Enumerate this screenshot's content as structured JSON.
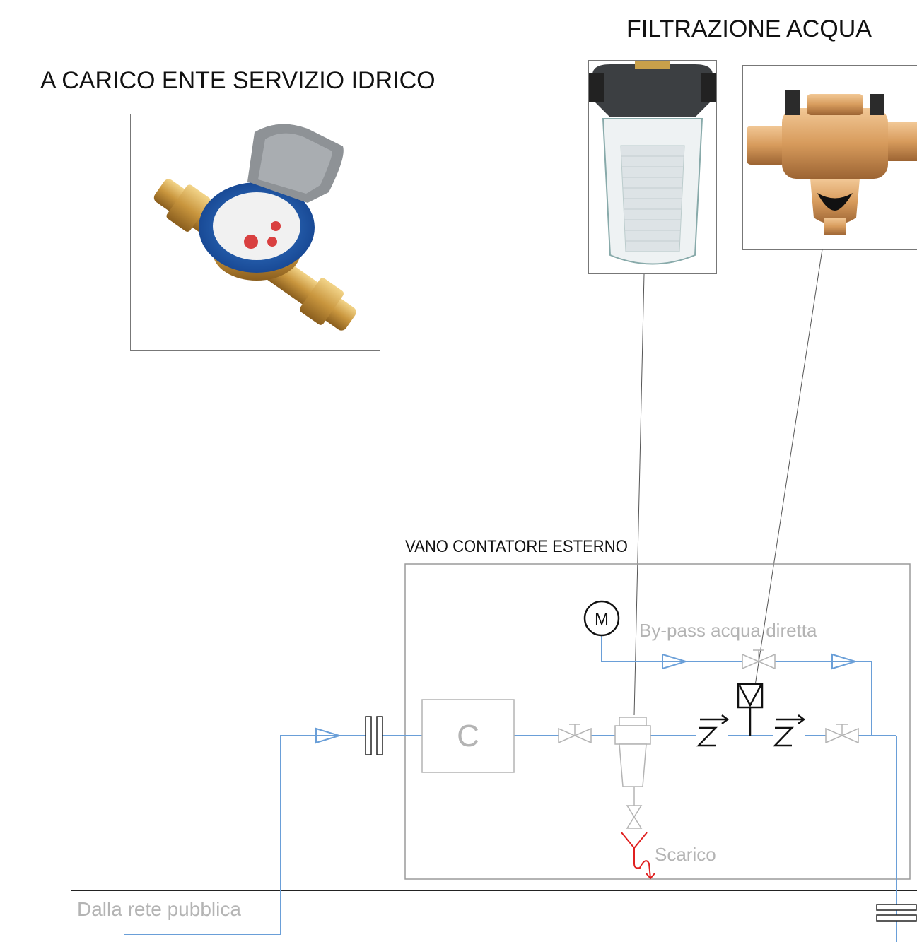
{
  "titles": {
    "filtration": "FILTRAZIONE ACQUA",
    "utility": "A CARICO ENTE SERVIZIO IDRICO",
    "meter_room": "VANO CONTATORE ESTERNO"
  },
  "diagram": {
    "counter_label": "C",
    "gauge_label": "M",
    "bypass_label": "By-pass acqua diretta",
    "drain_label": "Scarico",
    "supply_label": "Dalla rete pubblica"
  },
  "colors": {
    "pipe": "#6a9fd8",
    "drain": "#e02020",
    "inactive": "#b4b4b4",
    "frame": "#9a9a9a",
    "symbol": "#111111"
  },
  "photos": [
    {
      "name": "water-meter-photo"
    },
    {
      "name": "cartridge-filter-photo"
    },
    {
      "name": "backflow-preventer-photo"
    }
  ]
}
